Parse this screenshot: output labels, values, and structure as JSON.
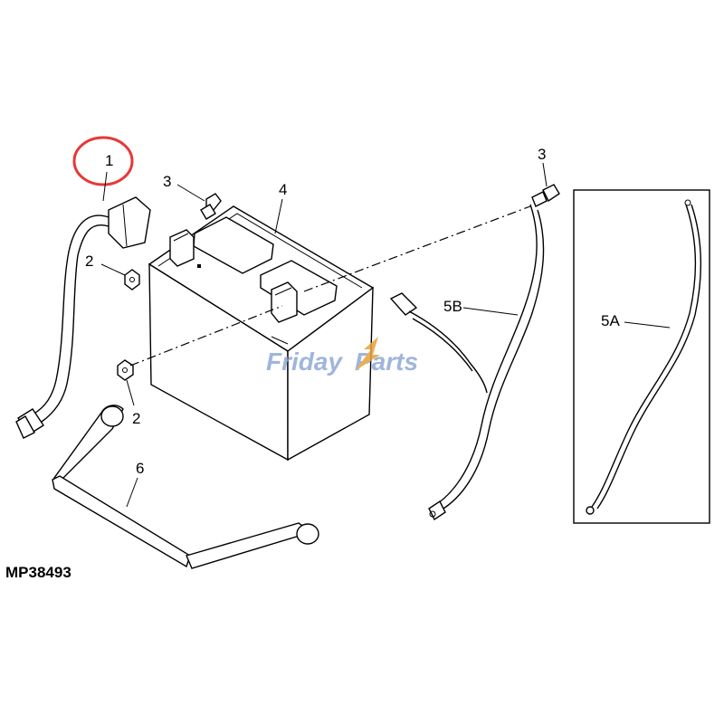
{
  "figure_id": "MP38493",
  "watermark": {
    "part1": "Friday",
    "part2": "Parts",
    "color_main": "#8fa9d6",
    "color_accent": "#e8a13a"
  },
  "highlight_color": "#e53935",
  "callouts": {
    "part_1": "1",
    "part_2_upper": "2",
    "part_2_lower": "2",
    "part_3_left": "3",
    "part_3_right": "3",
    "part_4": "4",
    "part_5a": "5A",
    "part_5b": "5B",
    "part_6": "6"
  }
}
